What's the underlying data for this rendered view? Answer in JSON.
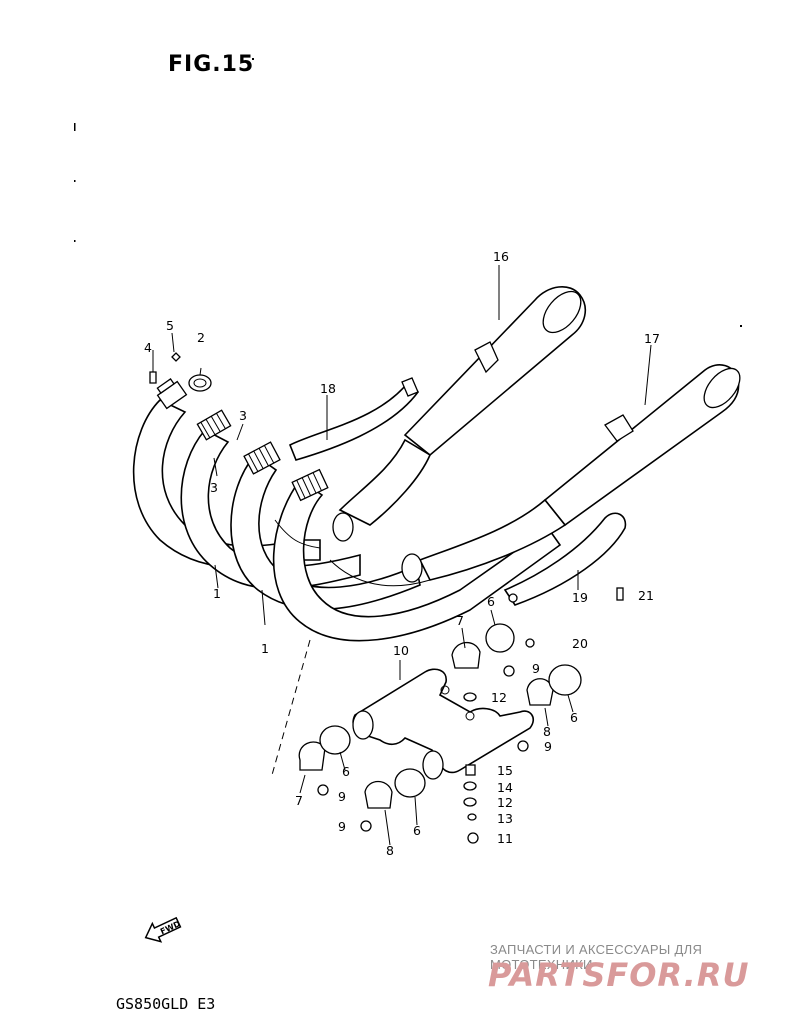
{
  "figure": {
    "title": "FIG.15",
    "model": "GS850GLD E3"
  },
  "fwd_label": "FWD",
  "callouts": [
    "1",
    "1",
    "2",
    "3",
    "3",
    "4",
    "5",
    "6",
    "6",
    "6",
    "6",
    "7",
    "7",
    "8",
    "8",
    "9",
    "9",
    "9",
    "9",
    "10",
    "11",
    "12",
    "12",
    "13",
    "14",
    "15",
    "16",
    "17",
    "18",
    "19",
    "20",
    "21"
  ],
  "watermark": {
    "line1": "ЗАПЧАСТИ И АКСЕССУАРЫ ДЛЯ МОТОТЕХНИКИ",
    "line2": "PARTSFOR.RU"
  }
}
